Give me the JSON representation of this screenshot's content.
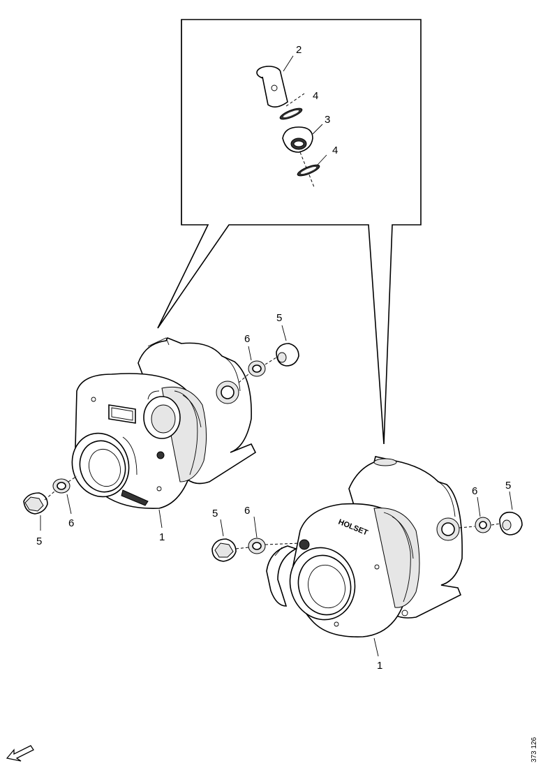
{
  "callouts": {
    "inset_2": "2",
    "inset_4a": "4",
    "inset_3": "3",
    "inset_4b": "4",
    "left_5_top": "5",
    "left_6_top": "6",
    "left_5_bottom": "5",
    "left_6_bottom": "6",
    "left_1": "1",
    "right_5_left": "5",
    "right_6_left": "6",
    "right_6_right": "6",
    "right_5_right": "5",
    "right_1": "1"
  },
  "reference_code": "373 126",
  "housing_text": "HOLSET"
}
